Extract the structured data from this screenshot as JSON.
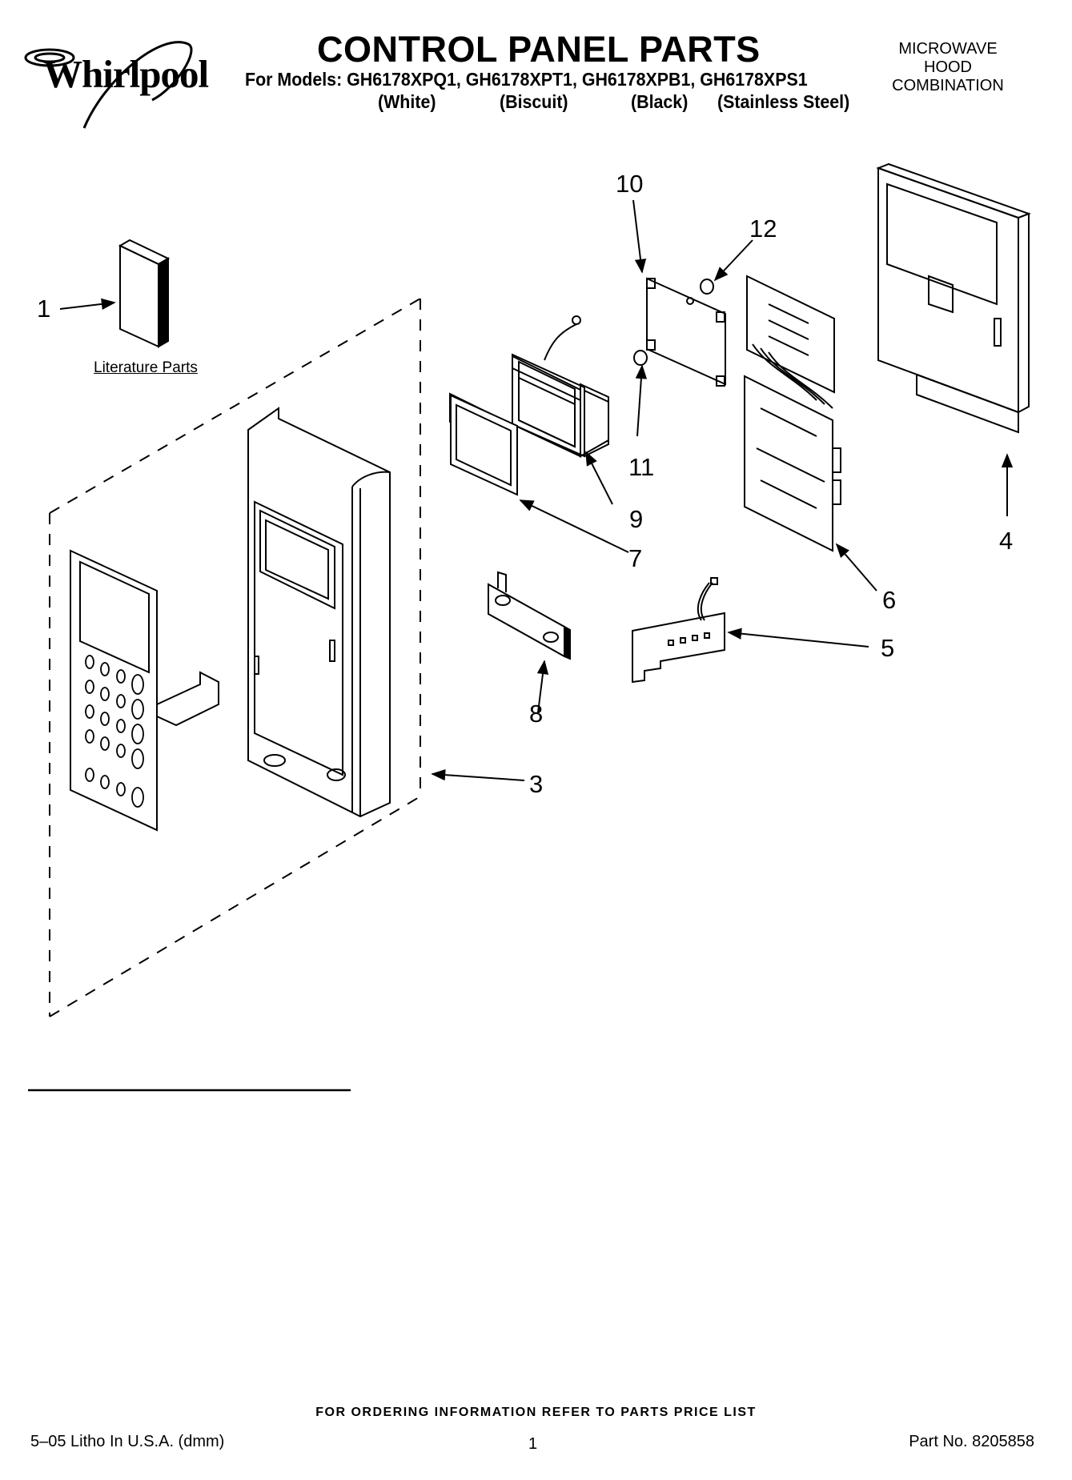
{
  "brand": "Whirlpool",
  "title": "CONTROL PANEL PARTS",
  "models_line": "For Models: GH6178XPQ1, GH6178XPT1, GH6178XPB1, GH6178XPS1",
  "colors": [
    "(White)",
    "(Biscuit)",
    "(Black)",
    "(Stainless Steel)"
  ],
  "product_type": [
    "MICROWAVE",
    "HOOD",
    "COMBINATION"
  ],
  "callouts": [
    "1",
    "3",
    "4",
    "5",
    "6",
    "7",
    "8",
    "9",
    "10",
    "11",
    "12"
  ],
  "literature_label": "Literature Parts",
  "ordering_note": "FOR ORDERING INFORMATION REFER TO PARTS PRICE LIST",
  "footer": {
    "litho": "5–05 Litho In U.S.A. (dmm)",
    "page": "1",
    "part_number": "Part No. 8205858"
  }
}
